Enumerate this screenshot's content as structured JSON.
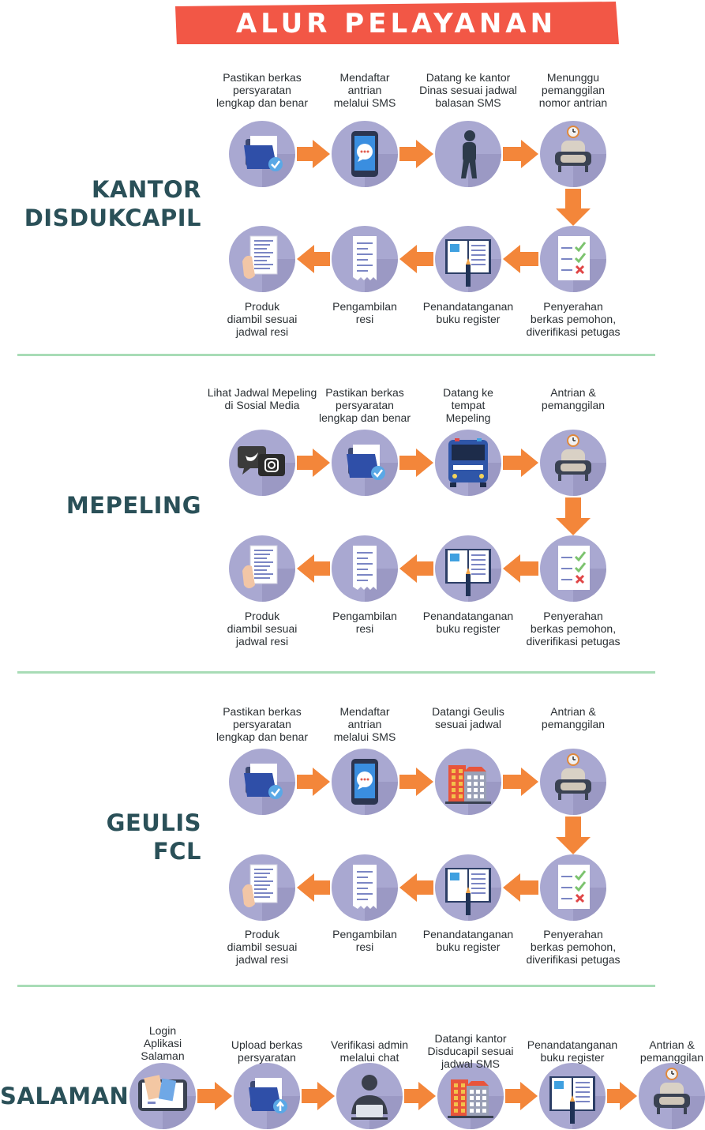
{
  "title": "ALUR PELAYANAN",
  "colors": {
    "banner": "#f25746",
    "arrow": "#f3863a",
    "circle": "#a9a8d1",
    "circle_shadow": "#8f8cba",
    "divider": "#a8dcb6",
    "heading": "#2a5058"
  },
  "sections": [
    {
      "name": "KANTOR\nDISDUKCAPIL",
      "top_steps": [
        {
          "label": "Pastikan berkas\npersyaratan\nlengkap dan benar",
          "icon": "folder-check-icon"
        },
        {
          "label": "Mendaftar\nantrian\nmelalui SMS",
          "icon": "phone-chat-icon"
        },
        {
          "label": "Datang ke kantor\nDinas sesuai  jadwal\nbalasan SMS",
          "icon": "person-walking-icon"
        },
        {
          "label": "Menunggu\npemanggilan\nnomor antrian",
          "icon": "chair-clock-icon"
        }
      ],
      "bottom_steps": [
        {
          "label": "Produk\ndiambil sesuai\njadwal resi",
          "icon": "hand-document-icon"
        },
        {
          "label": "Pengambilan\nresi",
          "icon": "receipt-icon"
        },
        {
          "label": "Penandatanganan\nbuku register",
          "icon": "book-pen-icon"
        },
        {
          "label": "Penyerahan\nberkas pemohon,\ndiverifikasi petugas",
          "icon": "checklist-icon"
        }
      ]
    },
    {
      "name": "MEPELING",
      "top_steps": [
        {
          "label": "Lihat Jadwal Mepeling\ndi Sosial Media",
          "icon": "social-media-icon"
        },
        {
          "label": "Pastikan berkas\npersyaratan\nlengkap dan benar",
          "icon": "folder-check-icon"
        },
        {
          "label": "Datang ke\ntempat\nMepeling",
          "icon": "bus-icon"
        },
        {
          "label": "Antrian &\npemanggilan",
          "icon": "chair-clock-icon"
        }
      ],
      "bottom_steps": [
        {
          "label": "Produk\ndiambil sesuai\njadwal resi",
          "icon": "hand-document-icon"
        },
        {
          "label": "Pengambilan\nresi",
          "icon": "receipt-icon"
        },
        {
          "label": "Penandatanganan\nbuku register",
          "icon": "book-pen-icon"
        },
        {
          "label": "Penyerahan\nberkas pemohon,\ndiverifikasi petugas",
          "icon": "checklist-icon"
        }
      ]
    },
    {
      "name": "GEULIS\nFCL",
      "top_steps": [
        {
          "label": "Pastikan berkas\npersyaratan\nlengkap dan benar",
          "icon": "folder-check-icon"
        },
        {
          "label": "Mendaftar\nantrian\nmelalui SMS",
          "icon": "phone-chat-icon"
        },
        {
          "label": "Datangi Geulis\nsesuai jadwal",
          "icon": "buildings-icon"
        },
        {
          "label": "Antrian &\npemanggilan",
          "icon": "chair-clock-icon"
        }
      ],
      "bottom_steps": [
        {
          "label": "Produk\ndiambil sesuai\njadwal resi",
          "icon": "hand-document-icon"
        },
        {
          "label": "Pengambilan\nresi",
          "icon": "receipt-icon"
        },
        {
          "label": "Penandatanganan\nbuku register",
          "icon": "book-pen-icon"
        },
        {
          "label": "Penyerahan\nberkas pemohon,\ndiverifikasi petugas",
          "icon": "checklist-icon"
        }
      ]
    },
    {
      "name": "SALAMAN",
      "top_steps": [
        {
          "label": "Login\nAplikasi\nSalaman",
          "icon": "tablet-app-icon"
        },
        {
          "label": "Upload berkas\npersyaratan",
          "icon": "folder-upload-icon"
        },
        {
          "label": "Verifikasi admin\nmelalui chat",
          "icon": "admin-laptop-icon"
        },
        {
          "label": "Datangi kantor\nDisducapil sesuai\njadwal SMS",
          "icon": "buildings-icon"
        },
        {
          "label": "Penandatanganan\nbuku register",
          "icon": "book-pen-icon"
        },
        {
          "label": "Antrian &\npemanggilan",
          "icon": "chair-clock-icon"
        }
      ],
      "bottom_steps": []
    }
  ]
}
